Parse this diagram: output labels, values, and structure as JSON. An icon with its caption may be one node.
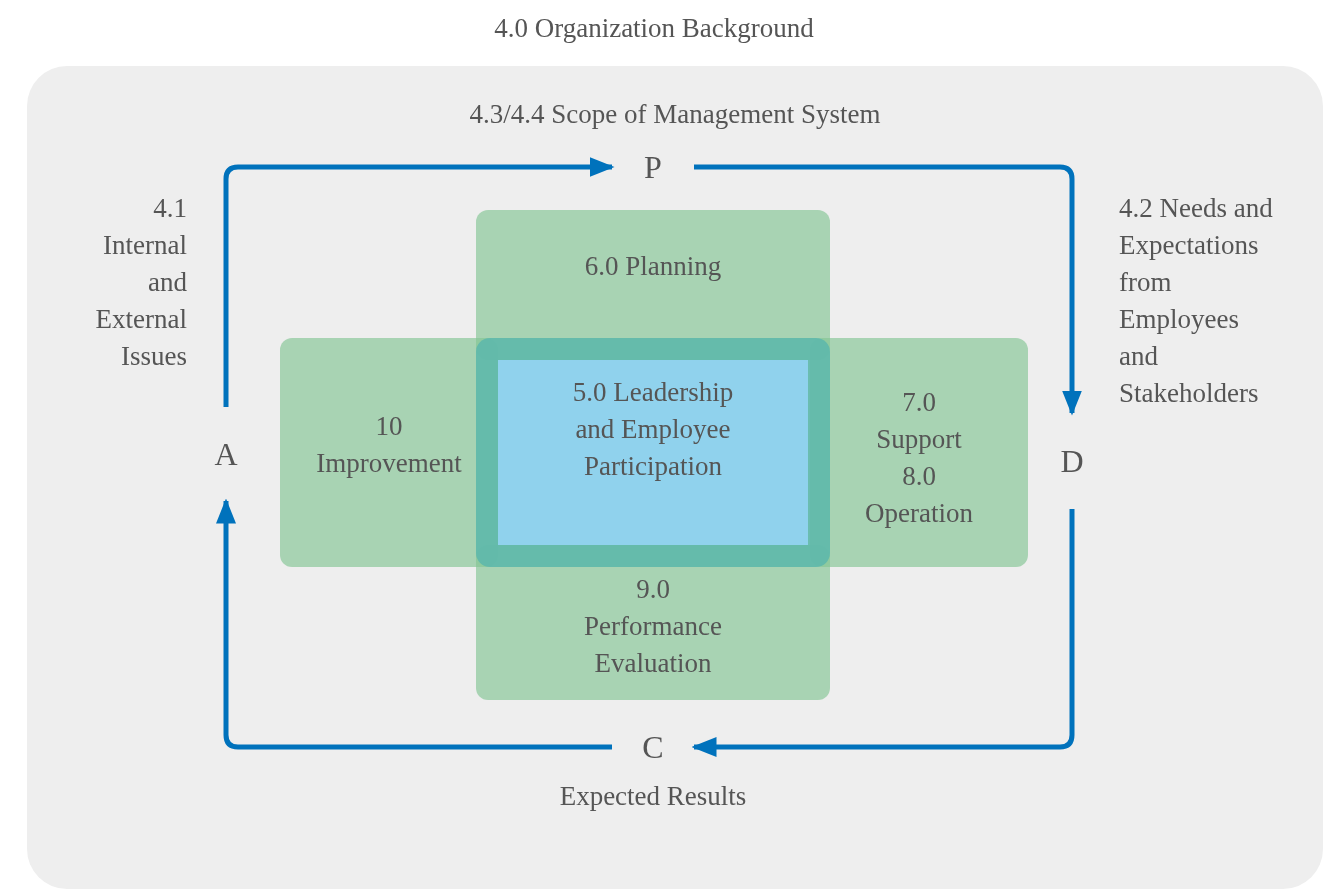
{
  "diagram": {
    "title": "4.0 Organization Background",
    "nodes": [
      {
        "text": [
          "4.3/4.4 Scope of Management System"
        ]
      },
      {
        "text": [
          "P"
        ],
        "in": 0
      },
      {
        "text": [
          "D"
        ],
        "in": 0
      },
      {
        "text": [
          "C"
        ],
        "in": 0,
        "beside": [
          "Expected Results"
        ]
      },
      {
        "text": [
          "A"
        ],
        "in": 0
      },
      {
        "text": [
          "6.0 Planning"
        ],
        "in": 0
      },
      {
        "text": [
          "10 Improvement"
        ],
        "in": 0
      },
      {
        "text": [
          "5.0 Leadership and Employee Participation"
        ],
        "in": 0
      },
      {
        "text": [
          "7.0 Support",
          "8.0 Operation"
        ],
        "in": 0
      },
      {
        "text": [
          "9.0 Performance Evaluation"
        ],
        "in": 0
      }
    ],
    "edges": [
      {
        "from": 4,
        "to": 1,
        "arrow": "to"
      },
      {
        "from": 1,
        "to": 2,
        "arrow": "to"
      },
      {
        "from": 2,
        "to": 3,
        "arrow": "to"
      },
      {
        "from": 3,
        "to": 4,
        "arrow": "to"
      }
    ],
    "labels": [
      "4.1 Internal and External Issues",
      "4.2 Needs and Expectations from Employees and Stakeholders"
    ]
  }
}
